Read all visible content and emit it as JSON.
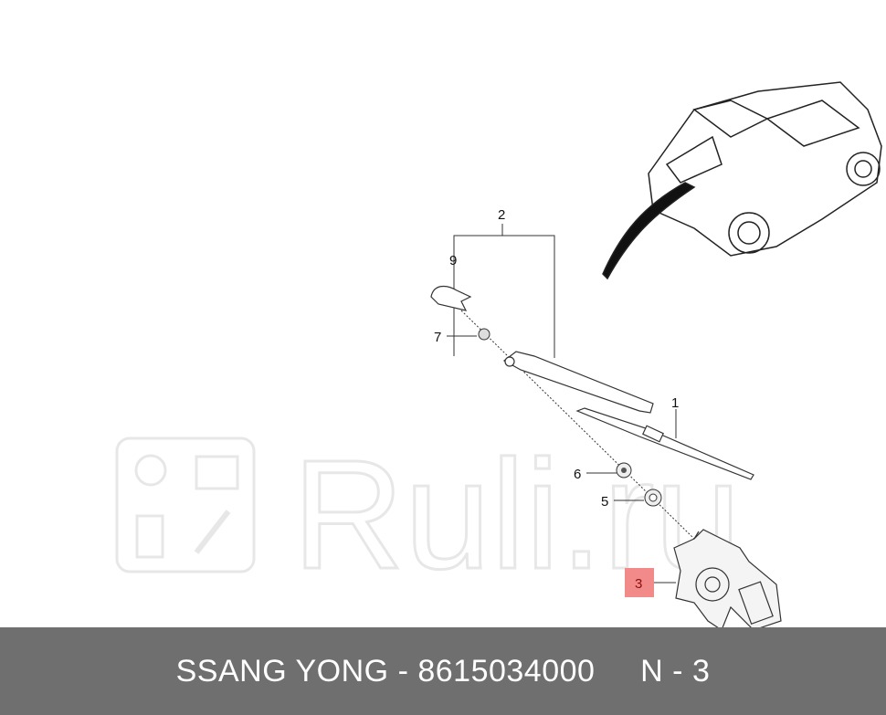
{
  "watermark": {
    "text": "Ruli.ru"
  },
  "callouts": [
    {
      "label": "1"
    },
    {
      "label": "2"
    },
    {
      "label": "3",
      "highlighted": true,
      "highlight_color": "#f38a8a"
    },
    {
      "label": "5"
    },
    {
      "label": "6"
    },
    {
      "label": "7"
    },
    {
      "label": "9"
    }
  ],
  "footer": {
    "brand": "SSANG YONG",
    "separator": " - ",
    "part_number": "8615034000",
    "position": "N - 3",
    "background": "#6f6f6f"
  }
}
